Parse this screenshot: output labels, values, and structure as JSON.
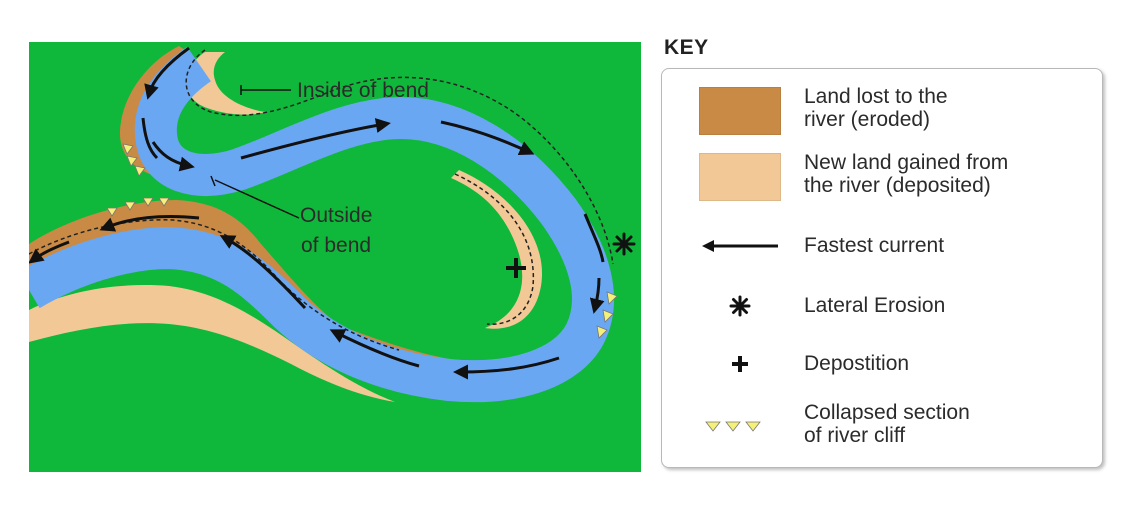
{
  "colors": {
    "land": "#0fb83a",
    "river": "#6aa7f2",
    "eroded": "#c98a45",
    "deposited": "#f2c896",
    "collapse": "#f4f07a",
    "ink": "#111111"
  },
  "map": {
    "label_inside": "Inside of bend",
    "label_outside_1": "Outside",
    "label_outside_2": "of bend"
  },
  "key": {
    "title": "KEY",
    "items": [
      {
        "icon": "eroded-swatch",
        "line1": "Land lost to the",
        "line2": "river (eroded)"
      },
      {
        "icon": "deposited-swatch",
        "line1": "New land gained from",
        "line2": "the river (deposited)"
      },
      {
        "icon": "fastest-current-arrow-icon",
        "line1": "Fastest current",
        "line2": ""
      },
      {
        "icon": "lateral-erosion-asterisk-icon",
        "line1": "Lateral Erosion",
        "line2": ""
      },
      {
        "icon": "deposition-plus-icon",
        "line1": "Depostition",
        "line2": ""
      },
      {
        "icon": "collapsed-cliff-triangles-icon",
        "line1": "Collapsed section",
        "line2": "of river cliff"
      }
    ]
  }
}
